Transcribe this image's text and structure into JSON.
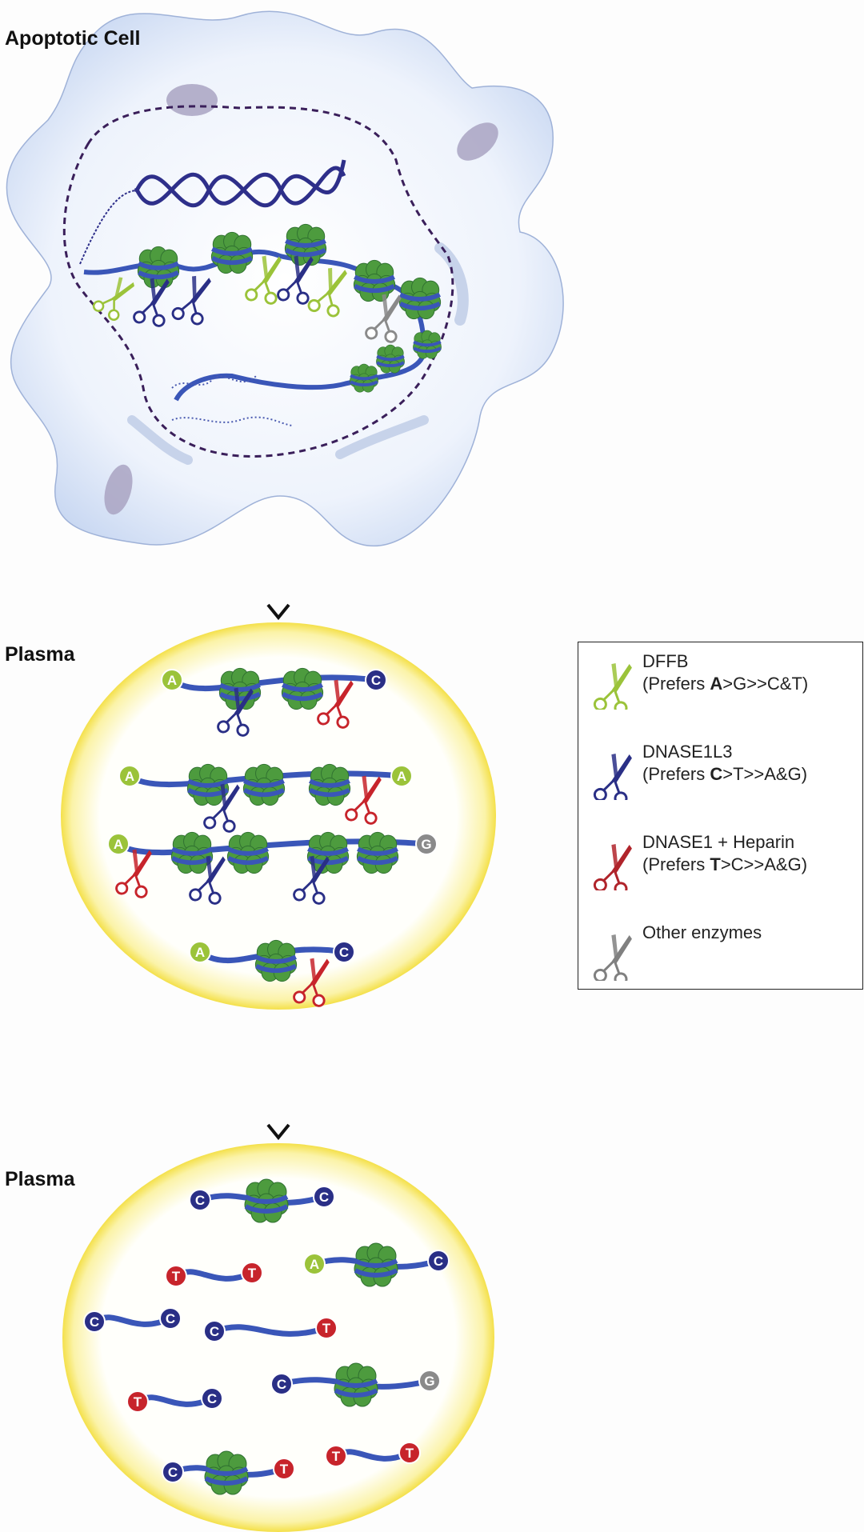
{
  "titles": {
    "cell": "Apoptotic Cell",
    "plasma1": "Plasma",
    "plasma2": "Plasma"
  },
  "legend": [
    {
      "name": "DFFB",
      "pre": "(Prefers ",
      "strong": "A",
      "post": ">G>>C&T)",
      "color": "#9bc33a",
      "icon": "scissors-icon"
    },
    {
      "name": "DNASE1L3",
      "pre": "(Prefers ",
      "strong": "C",
      "post": ">T>>A&G)",
      "color": "#2a2f86",
      "icon": "scissors-icon"
    },
    {
      "name": "DNASE1 + Heparin",
      "pre": "(Prefers ",
      "strong": "T",
      "post": ">C>>A&G)",
      "color": "#b0242b",
      "icon": "scissors-icon"
    },
    {
      "name": "Other enzymes",
      "pre": "",
      "strong": "",
      "post": "",
      "color": "#808080",
      "icon": "scissors-icon"
    }
  ],
  "colors": {
    "A": "#9bc33a",
    "C": "#2a2f86",
    "T": "#c7242b",
    "G": "#8a8a8a",
    "dna": "#3a56b8",
    "histone": "#4d9b3e",
    "membrane": "#dfe8f8",
    "plasma": "#fffef3"
  },
  "plasma1_fragments": [
    {
      "left": "A",
      "right": "C"
    },
    {
      "left": "A",
      "right": "A"
    },
    {
      "left": "A",
      "right": "G"
    },
    {
      "left": "A",
      "right": "C"
    }
  ],
  "plasma2_fragments": [
    {
      "left": "C",
      "right": "C"
    },
    {
      "left": "T",
      "right": "T"
    },
    {
      "left": "A",
      "right": "C"
    },
    {
      "left": "C",
      "right": "C"
    },
    {
      "left": "C",
      "right": "T"
    },
    {
      "left": "C",
      "right": "G"
    },
    {
      "left": "T",
      "right": "C"
    },
    {
      "left": "T",
      "right": "T"
    },
    {
      "left": "C",
      "right": "T"
    }
  ]
}
